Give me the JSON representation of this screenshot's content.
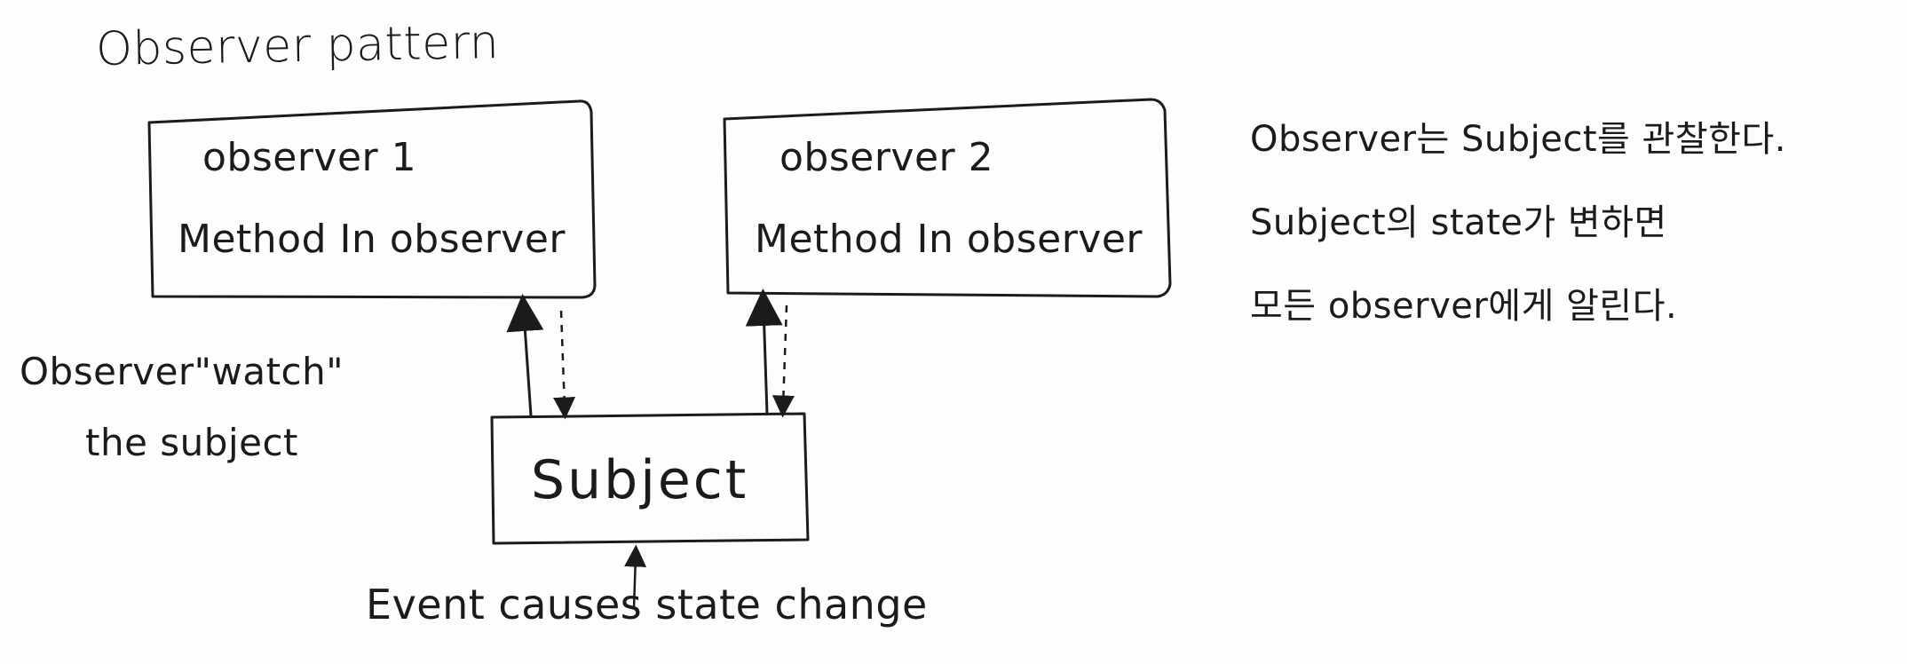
{
  "title": "Observer pattern",
  "observer1": {
    "name": "observer 1",
    "method": "Method In observer"
  },
  "observer2": {
    "name": "observer 2",
    "method": "Method In observer"
  },
  "subject": {
    "label": "Subject"
  },
  "watch_note": {
    "line1": "Observer\"watch\"",
    "line2": "the subject"
  },
  "event_note": "Event causes state change",
  "korean_note": {
    "line1": "Observer는 Subject를 관찰한다.",
    "line2": "Subject의 state가 변하면",
    "line3": "모든 observer에게 알린다."
  }
}
